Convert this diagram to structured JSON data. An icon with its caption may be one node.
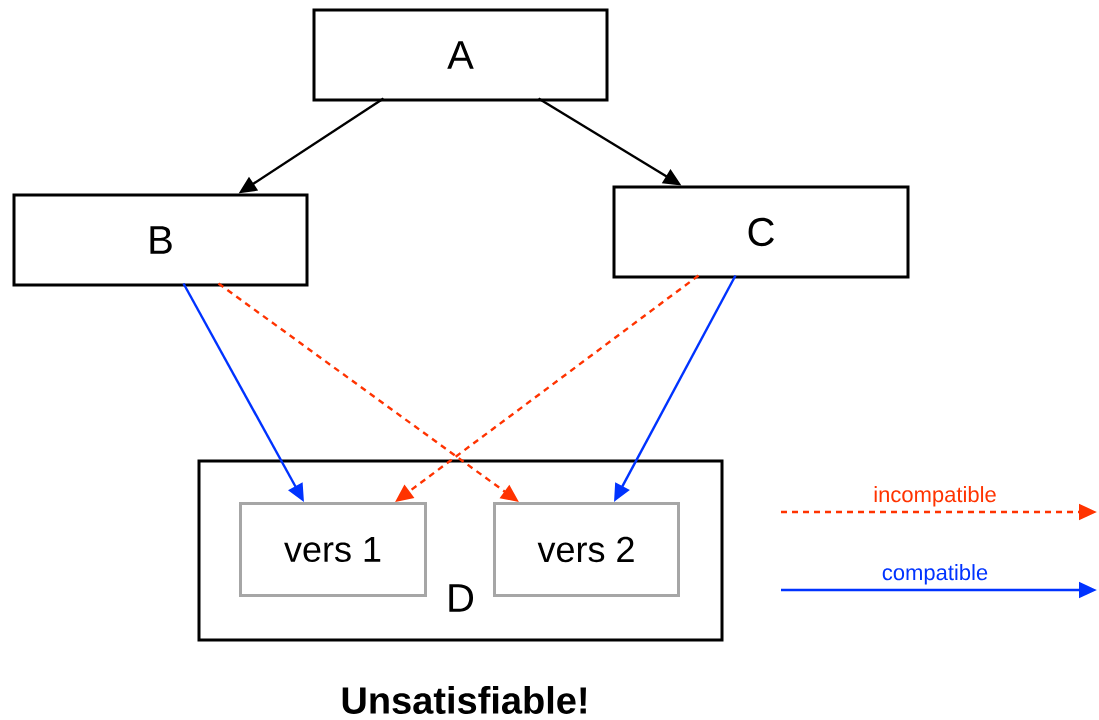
{
  "diagram": {
    "caption": "Unsatisfiable!",
    "nodes": [
      {
        "text": [
          "A"
        ]
      },
      {
        "text": [
          "B"
        ]
      },
      {
        "text": [
          "C"
        ]
      },
      {
        "text": [
          "D"
        ]
      },
      {
        "text": [
          "vers 1"
        ],
        "in": 3
      },
      {
        "text": [
          "vers 2"
        ],
        "in": 3
      }
    ],
    "edges": [
      {
        "from": 0,
        "to": 1,
        "arrow": "to"
      },
      {
        "from": 0,
        "to": 2,
        "arrow": "to"
      },
      {
        "from": 1,
        "to": 4,
        "arrow": "to",
        "color": "#0033ff"
      },
      {
        "from": 1,
        "to": 5,
        "arrow": "to",
        "style": "dashed",
        "color": "#ff3300"
      },
      {
        "from": 2,
        "to": 4,
        "arrow": "to",
        "style": "dashed",
        "color": "#ff3300"
      },
      {
        "from": 2,
        "to": 5,
        "arrow": "to",
        "color": "#0033ff"
      }
    ],
    "legend": [
      {
        "text": "incompatible"
      },
      {
        "text": "compatible"
      }
    ]
  }
}
